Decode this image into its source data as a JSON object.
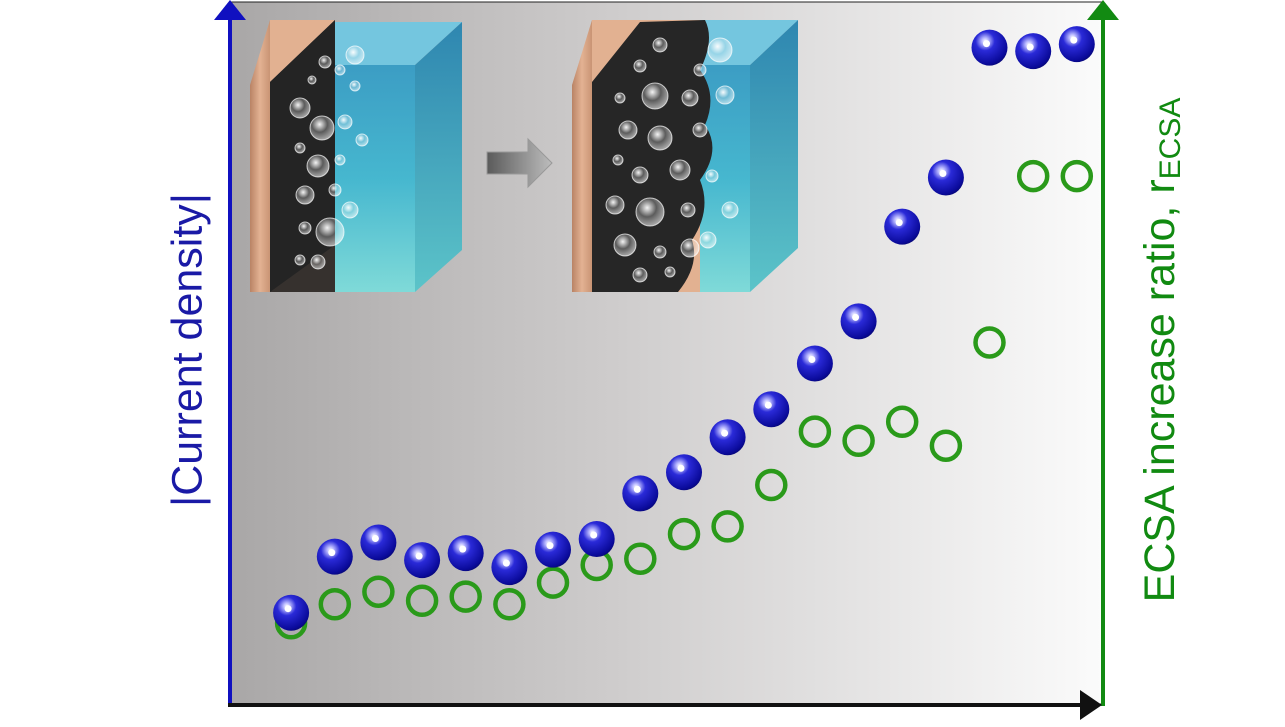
{
  "colors": {
    "left_axis": "#1010c0",
    "right_axis": "#128a12",
    "filled_marker": "#1a1ab0",
    "open_marker": "#2a9a1a",
    "bottom_axis": "#111111"
  },
  "labels": {
    "left_ylabel": "|Current density|",
    "right_ylabel_main": "ECSA increase ratio, r",
    "right_ylabel_sub": "ECSA"
  },
  "chart_data": {
    "type": "scatter",
    "title": "",
    "xlabel": "",
    "ylabel_left": "|Current density|",
    "ylabel_right": "ECSA increase ratio, rECSA",
    "grid": false,
    "xlim": [
      0,
      100
    ],
    "ylim": [
      0,
      100
    ],
    "series": [
      {
        "axis": "left",
        "marker": "filled-sphere",
        "x": [
          7,
          12,
          17,
          22,
          27,
          32,
          37,
          42,
          47,
          52,
          57,
          62,
          67,
          72,
          77,
          82,
          87,
          92,
          97
        ],
        "y": [
          13,
          21,
          23,
          20.5,
          21.5,
          19.5,
          22,
          23.5,
          30,
          33,
          38,
          42,
          48.5,
          54.5,
          68,
          75,
          93.5,
          93,
          94
        ]
      },
      {
        "axis": "right",
        "marker": "open-circle",
        "x": [
          7,
          12,
          17,
          22,
          27,
          32,
          37,
          42,
          47,
          52,
          57,
          62,
          67,
          72,
          77,
          82,
          87,
          92,
          97
        ],
        "y": [
          11.5,
          14.2,
          16,
          14.7,
          15.3,
          14.2,
          17.3,
          19.8,
          20.7,
          24.2,
          25.3,
          31.2,
          38.8,
          37.5,
          40.2,
          36.8,
          51.5,
          75.2,
          75.2
        ]
      }
    ],
    "insets": [
      {
        "name": "smooth-electrode-with-bubbles"
      },
      {
        "name": "rough-porous-electrode-with-bubbles"
      }
    ],
    "arrow_between_insets": true
  }
}
